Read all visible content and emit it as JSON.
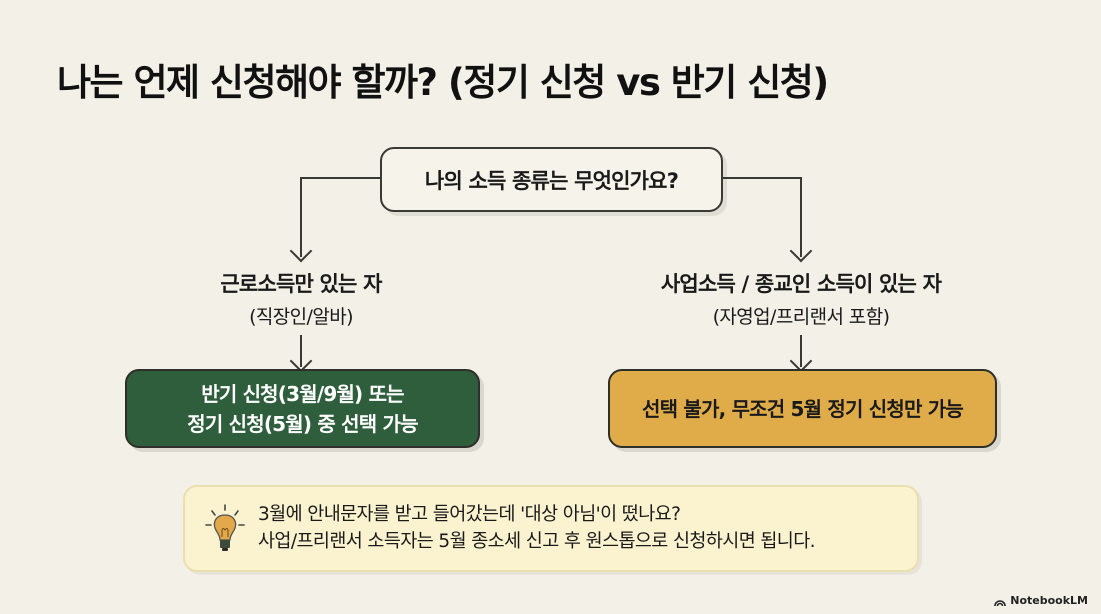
{
  "title": "나는 언제 신청해야 할까? (정기 신청 vs 반기 신청)",
  "question": "나의 소득 종류는 무엇인가요?",
  "branches": [
    {
      "label": "근로소득만 있는 자",
      "sublabel": "(직장인/알바)",
      "result_line1": "반기 신청(3월/9월) 또는",
      "result_line2": "정기 신청(5월) 중 선택 가능",
      "color": "#2e5e3c"
    },
    {
      "label": "사업소득 / 종교인 소득이 있는 자",
      "sublabel": "(자영업/프리랜서 포함)",
      "result_line1": "선택 불가, 무조건 5월 정기 신청만 가능",
      "color": "#e0ac4a"
    }
  ],
  "note": {
    "icon": "lightbulb-icon",
    "line1": "3월에 안내문자를 받고 들어갔는데 '대상 아님'이 떴나요?",
    "line2": "사업/프리랜서 소득자는 5월 종소세 신고 후 원스톱으로 신청하시면 됩니다."
  },
  "brand": "NotebookLM"
}
